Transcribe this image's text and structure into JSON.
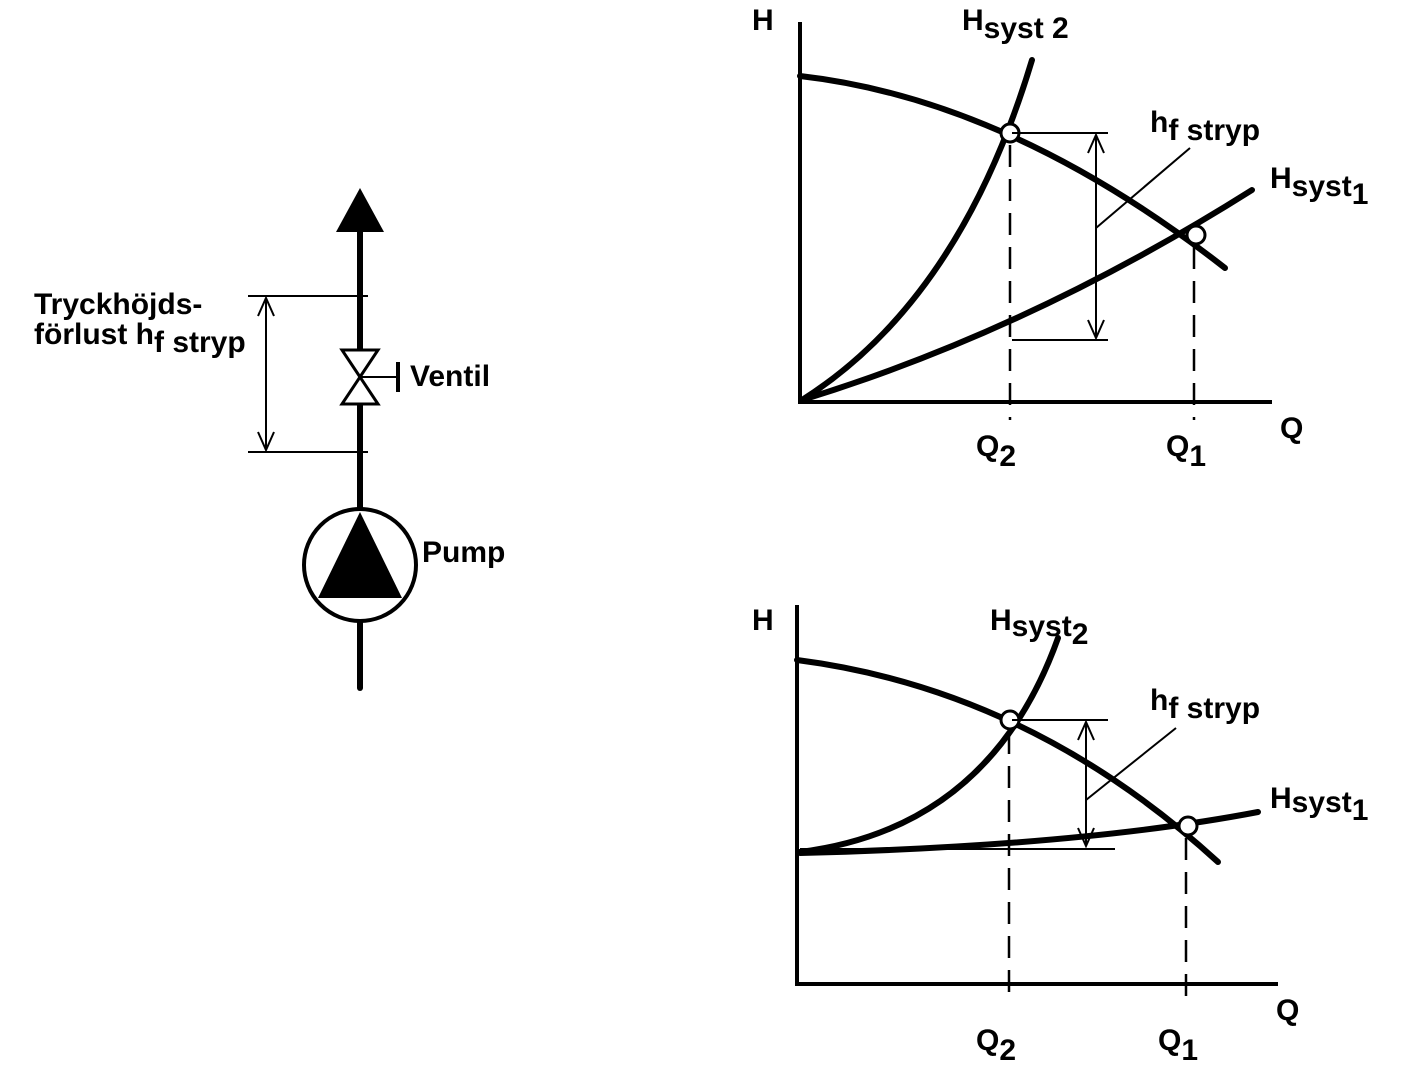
{
  "schematic": {
    "loss_label_line1": "Tryckhöjds-",
    "loss_label_line2": "förlust h",
    "loss_label_sub": "f stryp",
    "valve_label": "Ventil",
    "pump_label": "Pump"
  },
  "graph_top": {
    "y_axis": "H",
    "x_axis": "Q",
    "curve2_label": "H",
    "curve2_sub": "syst 2",
    "curve1_label": "H",
    "curve1_sub": "syst",
    "curve1_num": "1",
    "loss_label": "h",
    "loss_sub": "f stryp",
    "q2": "Q",
    "q2_sub": "2",
    "q1": "Q",
    "q1_sub": "1"
  },
  "graph_bottom": {
    "y_axis": "H",
    "x_axis": "Q",
    "curve2_label": "H",
    "curve2_sub": "syst",
    "curve2_num": "2",
    "curve1_label": "H",
    "curve1_sub": "syst",
    "curve1_num": "1",
    "loss_label": "h",
    "loss_sub": "f stryp",
    "q2": "Q",
    "q2_sub": "2",
    "q1": "Q",
    "q1_sub": "1"
  }
}
